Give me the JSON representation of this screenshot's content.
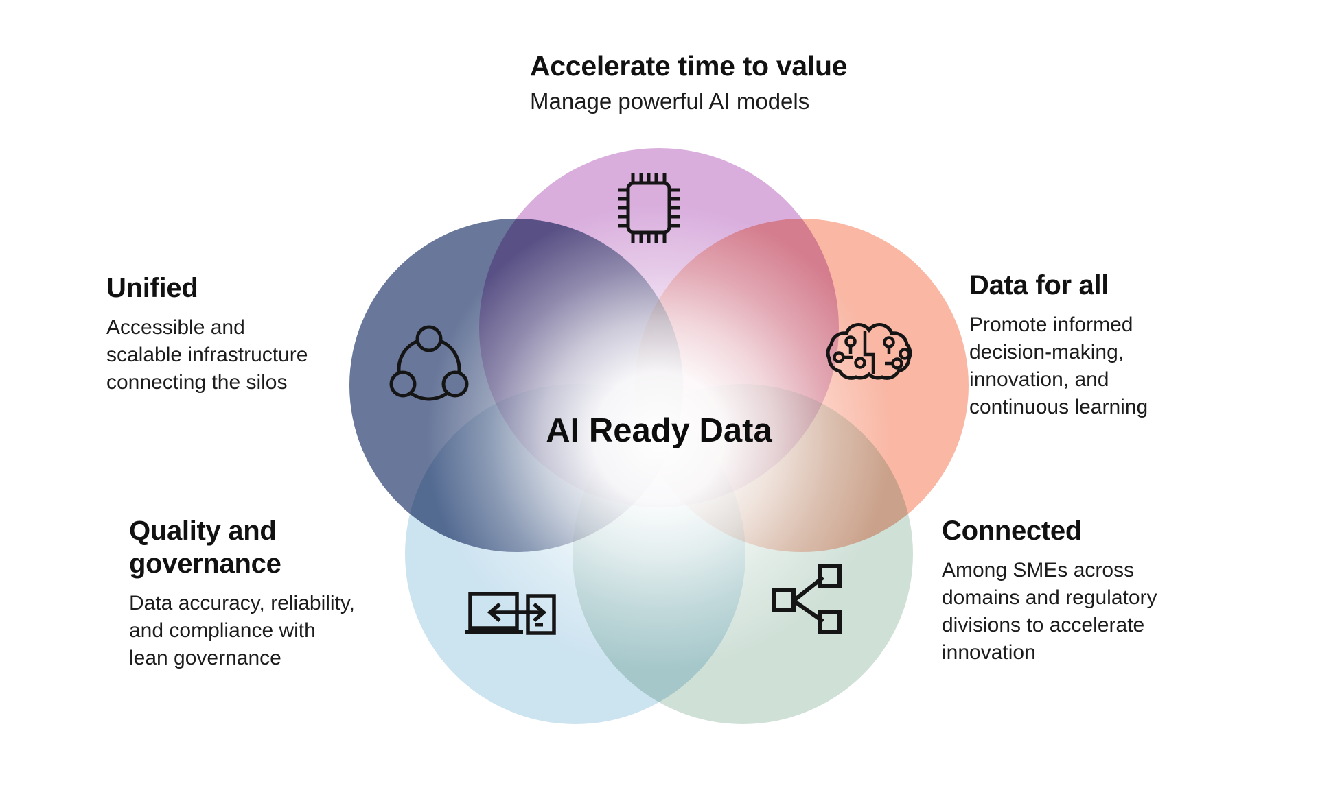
{
  "center": {
    "label": "AI Ready Data"
  },
  "groups": [
    {
      "id": "accelerate",
      "title_lines": [
        "Accelerate time to value"
      ],
      "desc_lines": [
        "Manage powerful AI models"
      ],
      "icon": "chip-icon",
      "color": "#d9aedd"
    },
    {
      "id": "unified",
      "title_lines": [
        "Unified"
      ],
      "desc_lines": [
        "Accessible and",
        "scalable infrastructure",
        "connecting the silos"
      ],
      "icon": "share-nodes-icon",
      "color": "#68779a"
    },
    {
      "id": "data-for-all",
      "title_lines": [
        "Data for all"
      ],
      "desc_lines": [
        "Promote informed",
        "decision-making,",
        "innovation, and",
        "continuous learning"
      ],
      "icon": "ai-brain-icon",
      "color": "#f9b7a4"
    },
    {
      "id": "quality-governance",
      "title_lines": [
        "Quality and",
        "governance"
      ],
      "desc_lines": [
        "Data accuracy, reliability,",
        "and compliance with",
        "lean governance"
      ],
      "icon": "device-sync-icon",
      "color": "#cce3f0"
    },
    {
      "id": "connected",
      "title_lines": [
        "Connected"
      ],
      "desc_lines": [
        "Among SMEs across",
        "domains and regulatory",
        "divisions to accelerate",
        "innovation"
      ],
      "icon": "network-branch-icon",
      "color": "#cfe0d7"
    }
  ]
}
